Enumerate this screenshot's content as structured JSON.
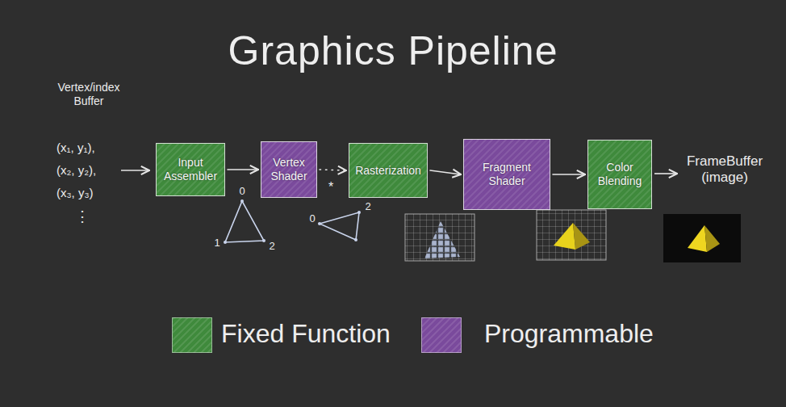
{
  "diagram": {
    "title": "Graphics Pipeline",
    "nodes": [
      {
        "text": [
          "Input Assembler"
        ]
      },
      {
        "text": [
          "Vertex Shader"
        ]
      },
      {
        "text": [
          "Rasterization"
        ]
      },
      {
        "text": [
          "Fragment Shader"
        ]
      },
      {
        "text": [
          "Color Blending"
        ]
      }
    ],
    "edges": [
      {
        "from": 0,
        "to": 1,
        "arrow": "to"
      },
      {
        "from": 1,
        "to": 2,
        "arrow": "to"
      },
      {
        "from": 2,
        "to": 3,
        "arrow": "to"
      },
      {
        "from": 3,
        "to": 4,
        "arrow": "to"
      }
    ],
    "labels": [
      "Vertex/index Buffer",
      "(x₁, y₁),",
      "(x₂, y₂),",
      "(x₃, y₃)",
      "⋮",
      "0",
      "1",
      "2",
      "*",
      "0",
      "2",
      "FrameBuffer (image)"
    ],
    "legend": [
      {
        "text": "Fixed Function",
        "color": "#3f8a3c"
      },
      {
        "text": "Programmable",
        "color": "#7a4a9c"
      }
    ]
  }
}
